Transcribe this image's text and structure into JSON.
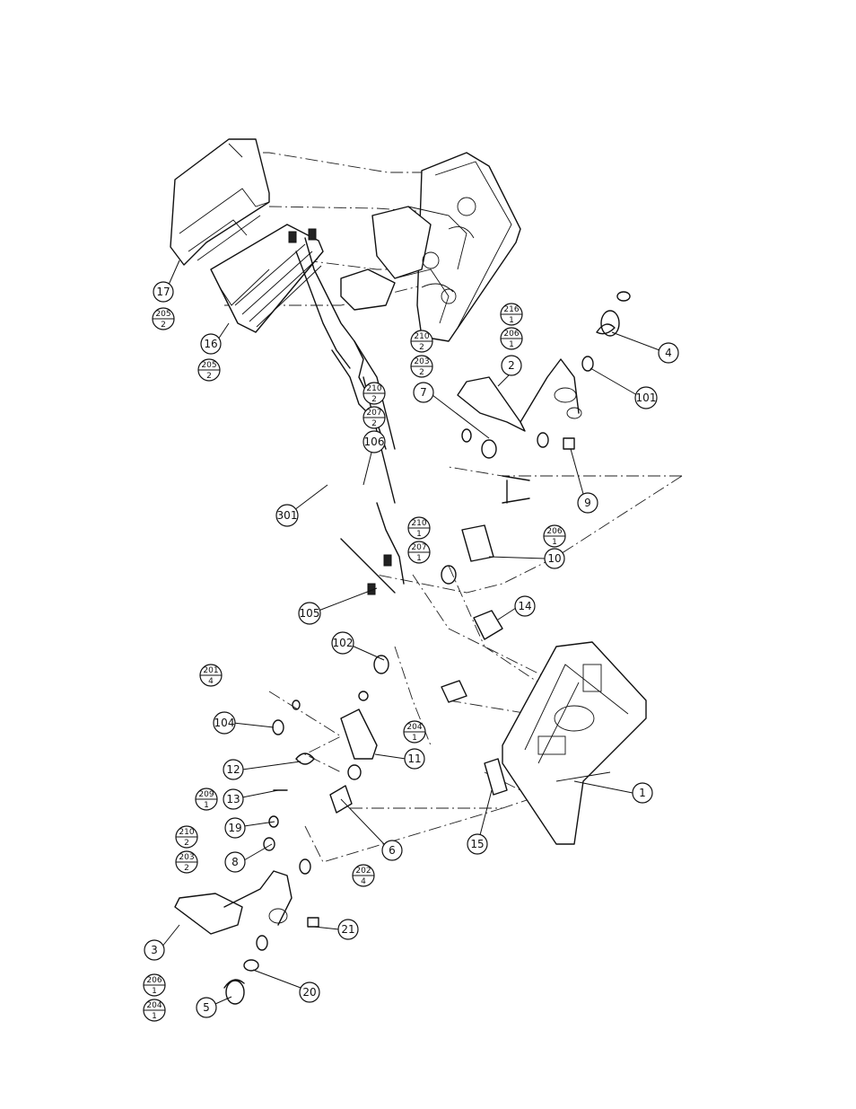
{
  "callouts": [
    {
      "id": "c1",
      "label": "1"
    },
    {
      "id": "c2",
      "label": "2"
    },
    {
      "id": "c3",
      "label": "3"
    },
    {
      "id": "c4",
      "label": "4"
    },
    {
      "id": "c5",
      "label": "5"
    },
    {
      "id": "c6",
      "label": "6"
    },
    {
      "id": "c7",
      "label": "7"
    },
    {
      "id": "c8",
      "label": "8"
    },
    {
      "id": "c9",
      "label": "9"
    },
    {
      "id": "c10",
      "label": "10"
    },
    {
      "id": "c11",
      "label": "11"
    },
    {
      "id": "c12",
      "label": "12"
    },
    {
      "id": "c13",
      "label": "13"
    },
    {
      "id": "c14",
      "label": "14"
    },
    {
      "id": "c15",
      "label": "15"
    },
    {
      "id": "c16",
      "label": "16"
    },
    {
      "id": "c17",
      "label": "17"
    },
    {
      "id": "c19",
      "label": "19"
    },
    {
      "id": "c20",
      "label": "20"
    },
    {
      "id": "c21",
      "label": "21"
    },
    {
      "id": "c101",
      "label": "101"
    },
    {
      "id": "c102",
      "label": "102"
    },
    {
      "id": "c104",
      "label": "104"
    },
    {
      "id": "c105",
      "label": "105"
    },
    {
      "id": "c106",
      "label": "106"
    },
    {
      "id": "c301",
      "label": "301"
    }
  ],
  "fastener_callouts": [
    {
      "id": "f1",
      "top": "205",
      "bottom": "2"
    },
    {
      "id": "f2",
      "top": "205",
      "bottom": "2"
    },
    {
      "id": "f3",
      "top": "203",
      "bottom": "2"
    },
    {
      "id": "f4",
      "top": "210",
      "bottom": "2"
    },
    {
      "id": "f5",
      "top": "206",
      "bottom": "1"
    },
    {
      "id": "f6",
      "top": "216",
      "bottom": "1"
    },
    {
      "id": "f7",
      "top": "207",
      "bottom": "2"
    },
    {
      "id": "f8",
      "top": "210",
      "bottom": "2"
    },
    {
      "id": "f9",
      "top": "207",
      "bottom": "1"
    },
    {
      "id": "f10",
      "top": "210",
      "bottom": "1"
    },
    {
      "id": "f11",
      "top": "206",
      "bottom": "1"
    },
    {
      "id": "f12",
      "top": "201",
      "bottom": "4"
    },
    {
      "id": "f13",
      "top": "204",
      "bottom": "1"
    },
    {
      "id": "f14",
      "top": "209",
      "bottom": "1"
    },
    {
      "id": "f15",
      "top": "210",
      "bottom": "2"
    },
    {
      "id": "f16",
      "top": "203",
      "bottom": "2"
    },
    {
      "id": "f17",
      "top": "202",
      "bottom": "4"
    },
    {
      "id": "f18",
      "top": "204",
      "bottom": "1"
    },
    {
      "id": "f19",
      "top": "206",
      "bottom": "1"
    }
  ]
}
